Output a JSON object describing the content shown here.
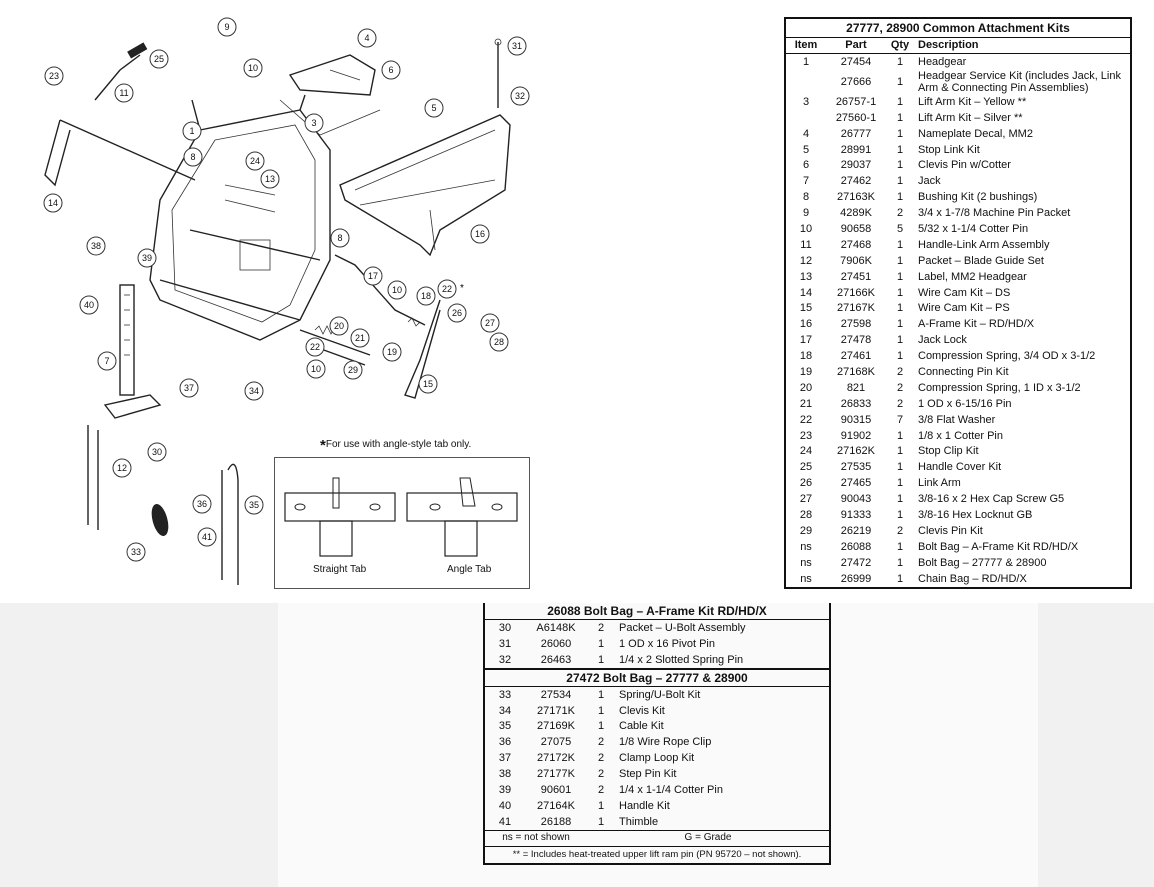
{
  "figure": {
    "callouts": [
      "1",
      "3",
      "4",
      "5",
      "6",
      "7",
      "8",
      "8",
      "9",
      "10",
      "10",
      "10",
      "11",
      "12",
      "13",
      "14",
      "15",
      "16",
      "17",
      "18",
      "19",
      "20",
      "21",
      "22",
      "22",
      "23",
      "24",
      "25",
      "26",
      "27",
      "28",
      "29",
      "30",
      "31",
      "32",
      "33",
      "34",
      "35",
      "36",
      "37",
      "38",
      "39",
      "40",
      "41"
    ],
    "note_star": "*",
    "note_text": "For use with angle-style tab only.",
    "inset_left_label": "Straight Tab",
    "inset_right_label": "Angle Tab",
    "star_marker": "*"
  },
  "parts_table": {
    "title": "27777, 28900  Common Attachment Kits",
    "headers": {
      "item": "Item",
      "part": "Part",
      "qty": "Qty",
      "desc": "Description"
    },
    "rows": [
      {
        "item": "1",
        "part": "27454",
        "qty": "1",
        "desc": "Headgear"
      },
      {
        "item": "",
        "part": "27666",
        "qty": "1",
        "desc": "Headgear Service Kit (includes Jack, Link Arm & Connecting Pin Assemblies)"
      },
      {
        "item": "3",
        "part": "26757-1",
        "qty": "1",
        "desc": "Lift Arm Kit – Yellow **"
      },
      {
        "item": "",
        "part": "27560-1",
        "qty": "1",
        "desc": "Lift Arm Kit – Silver **"
      },
      {
        "item": "4",
        "part": "26777",
        "qty": "1",
        "desc": "Nameplate Decal, MM2"
      },
      {
        "item": "5",
        "part": "28991",
        "qty": "1",
        "desc": "Stop Link Kit"
      },
      {
        "item": "6",
        "part": "29037",
        "qty": "1",
        "desc": "Clevis Pin w/Cotter"
      },
      {
        "item": "7",
        "part": "27462",
        "qty": "1",
        "desc": "Jack"
      },
      {
        "item": "8",
        "part": "27163K",
        "qty": "1",
        "desc": "Bushing Kit (2 bushings)"
      },
      {
        "item": "9",
        "part": "4289K",
        "qty": "2",
        "desc": "3/4 x 1-7/8 Machine Pin Packet"
      },
      {
        "item": "10",
        "part": "90658",
        "qty": "5",
        "desc": "5/32 x 1-1/4 Cotter Pin"
      },
      {
        "item": "11",
        "part": "27468",
        "qty": "1",
        "desc": "Handle-Link Arm Assembly"
      },
      {
        "item": "12",
        "part": "7906K",
        "qty": "1",
        "desc": "Packet – Blade Guide Set"
      },
      {
        "item": "13",
        "part": "27451",
        "qty": "1",
        "desc": "Label, MM2 Headgear"
      },
      {
        "item": "14",
        "part": "27166K",
        "qty": "1",
        "desc": "Wire Cam Kit – DS"
      },
      {
        "item": "15",
        "part": "27167K",
        "qty": "1",
        "desc": "Wire Cam Kit – PS"
      },
      {
        "item": "16",
        "part": "27598",
        "qty": "1",
        "desc": "A-Frame Kit – RD/HD/X"
      },
      {
        "item": "17",
        "part": "27478",
        "qty": "1",
        "desc": "Jack Lock"
      },
      {
        "item": "18",
        "part": "27461",
        "qty": "1",
        "desc": "Compression Spring, 3/4 OD x 3-1/2"
      },
      {
        "item": "19",
        "part": "27168K",
        "qty": "2",
        "desc": "Connecting Pin Kit"
      },
      {
        "item": "20",
        "part": "821",
        "qty": "2",
        "desc": "Compression Spring, 1 ID x 3-1/2"
      },
      {
        "item": "21",
        "part": "26833",
        "qty": "2",
        "desc": "1 OD x 6-15/16 Pin"
      },
      {
        "item": "22",
        "part": "90315",
        "qty": "7",
        "desc": "3/8 Flat Washer"
      },
      {
        "item": "23",
        "part": "91902",
        "qty": "1",
        "desc": "1/8 x 1 Cotter Pin"
      },
      {
        "item": "24",
        "part": "27162K",
        "qty": "1",
        "desc": "Stop Clip Kit"
      },
      {
        "item": "25",
        "part": "27535",
        "qty": "1",
        "desc": "Handle Cover Kit"
      },
      {
        "item": "26",
        "part": "27465",
        "qty": "1",
        "desc": "Link Arm"
      },
      {
        "item": "27",
        "part": "90043",
        "qty": "1",
        "desc": "3/8-16 x 2 Hex Cap Screw G5"
      },
      {
        "item": "28",
        "part": "91333",
        "qty": "1",
        "desc": "3/8-16 Hex Locknut GB"
      },
      {
        "item": "29",
        "part": "26219",
        "qty": "2",
        "desc": "Clevis Pin Kit"
      },
      {
        "item": "ns",
        "part": "26088",
        "qty": "1",
        "desc": "Bolt Bag – A-Frame Kit RD/HD/X"
      },
      {
        "item": "ns",
        "part": "27472",
        "qty": "1",
        "desc": "Bolt Bag – 27777 & 28900"
      },
      {
        "item": "ns",
        "part": "26999",
        "qty": "1",
        "desc": "Chain Bag – RD/HD/X"
      }
    ]
  },
  "bolt_bags": {
    "a_frame_title": "26088  Bolt Bag – A-Frame Kit RD/HD/X",
    "a_frame_rows": [
      {
        "item": "30",
        "part": "A6148K",
        "qty": "2",
        "desc": "Packet – U-Bolt Assembly"
      },
      {
        "item": "31",
        "part": "26060",
        "qty": "1",
        "desc": "1 OD x 16 Pivot Pin"
      },
      {
        "item": "32",
        "part": "26463",
        "qty": "1",
        "desc": "1/4 x 2 Slotted Spring Pin"
      }
    ],
    "common_title": "27472  Bolt Bag – 27777 & 28900",
    "common_rows": [
      {
        "item": "33",
        "part": "27534",
        "qty": "1",
        "desc": "Spring/U-Bolt Kit"
      },
      {
        "item": "34",
        "part": "27171K",
        "qty": "1",
        "desc": "Clevis Kit"
      },
      {
        "item": "35",
        "part": "27169K",
        "qty": "1",
        "desc": "Cable Kit"
      },
      {
        "item": "36",
        "part": "27075",
        "qty": "2",
        "desc": "1/8 Wire Rope Clip"
      },
      {
        "item": "37",
        "part": "27172K",
        "qty": "2",
        "desc": "Clamp Loop Kit"
      },
      {
        "item": "38",
        "part": "27177K",
        "qty": "2",
        "desc": "Step Pin Kit"
      },
      {
        "item": "39",
        "part": "90601",
        "qty": "2",
        "desc": "1/4 x 1-1/4 Cotter Pin"
      },
      {
        "item": "40",
        "part": "27164K",
        "qty": "1",
        "desc": "Handle Kit"
      },
      {
        "item": "41",
        "part": "26188",
        "qty": "1",
        "desc": "Thimble"
      }
    ],
    "legend_ns": "ns = not shown",
    "legend_g": "G = Grade",
    "footnote": "** = Includes heat-treated upper lift ram pin (PN 95720 – not shown)."
  }
}
